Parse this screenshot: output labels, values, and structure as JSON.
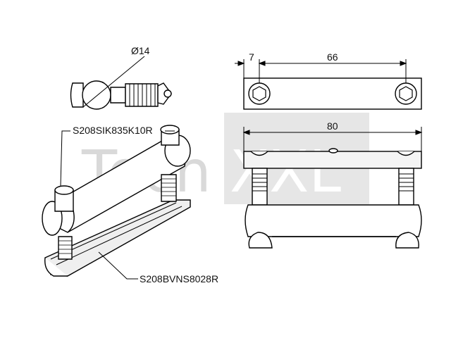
{
  "watermark": {
    "part1": "Tech",
    "part2": "XXL"
  },
  "dimensions": {
    "diameter": "Ø14",
    "left_offset": "7",
    "hole_spacing": "66",
    "overall_length": "80"
  },
  "part_labels": {
    "screw": "S208SIK835K10R",
    "slot_nut": "S208BVNS8028R"
  },
  "colors": {
    "line": "#000000",
    "watermark": "#d9d9d9",
    "shade": "#efefef"
  }
}
